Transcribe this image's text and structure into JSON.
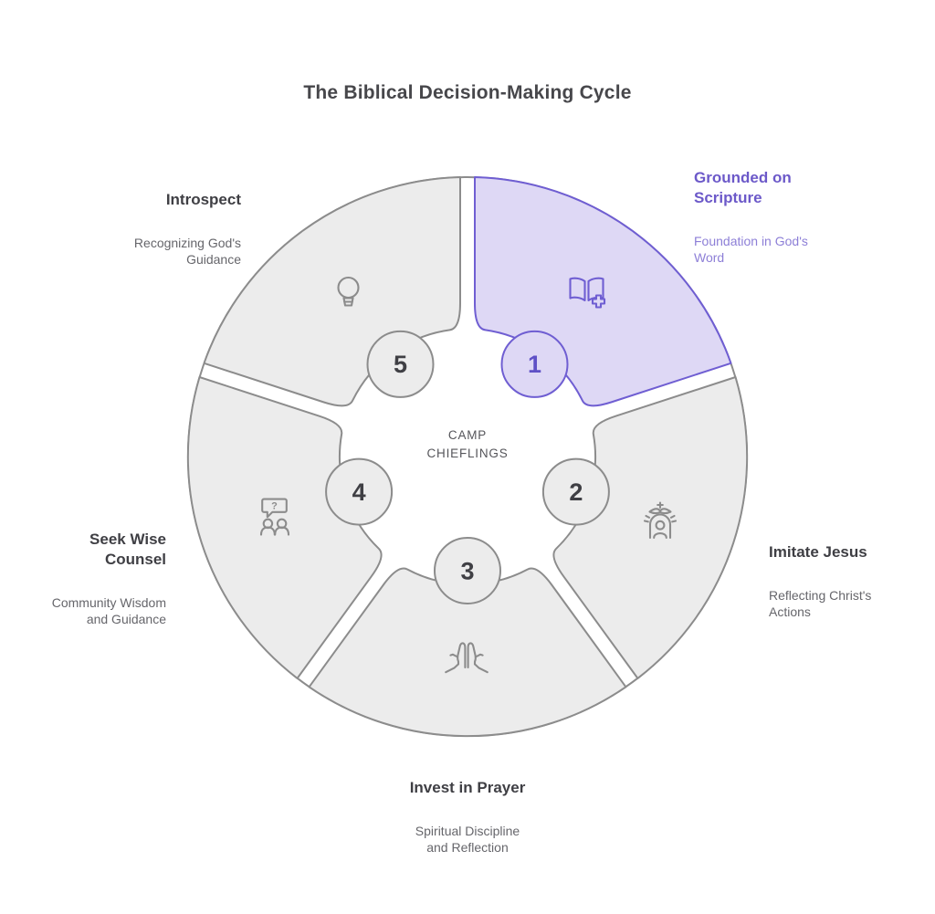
{
  "title": "The Biblical Decision-Making Cycle",
  "center_label": "CAMP\nCHIEFLINGS",
  "icons": {
    "question_mark": "?"
  },
  "segments": [
    {
      "number": "1",
      "title": "Grounded on\nScripture",
      "subtitle": "Foundation in God's\nWord",
      "icon": "book-plus-icon",
      "highlighted": true
    },
    {
      "number": "2",
      "title": "Imitate Jesus",
      "subtitle": "Reflecting Christ's\nActions",
      "icon": "jesus-figure-icon",
      "highlighted": false
    },
    {
      "number": "3",
      "title": "Invest in Prayer",
      "subtitle": "Spiritual Discipline\nand Reflection",
      "icon": "praying-hands-icon",
      "highlighted": false
    },
    {
      "number": "4",
      "title": "Seek Wise\nCounsel",
      "subtitle": "Community Wisdom\nand Guidance",
      "icon": "counsel-people-icon",
      "highlighted": false
    },
    {
      "number": "5",
      "title": "Introspect",
      "subtitle": "Recognizing God's\nGuidance",
      "icon": "lightbulb-icon",
      "highlighted": false
    }
  ],
  "colors": {
    "background": "#ffffff",
    "highlight_fill": "#ded8f5",
    "highlight_stroke": "#6f5ed2",
    "highlight_heading": "#6c59c9",
    "highlight_subtext": "#8d7fd7",
    "highlight_number": "#5f51c6",
    "segment_fill": "#ececec",
    "segment_stroke": "#8c8c8c",
    "heading_text": "#3f3f44",
    "subtext": "#66666b",
    "title_text": "#47474b",
    "center_text": "#55555a"
  }
}
